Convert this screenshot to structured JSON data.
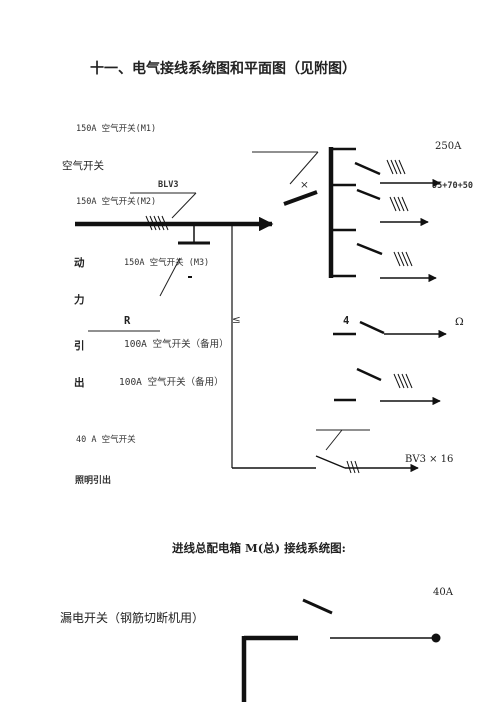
{
  "document": {
    "title": "十一、电气接线系统图和平面图（见附图）",
    "subtitle": "进线总配电箱 M(总) 接线系统图:"
  },
  "labels": {
    "breaker_m1": "150A 空气开关(M1)",
    "air_switch": "空气开关",
    "cable_blv": "BLV3",
    "breaker_m2": "150A 空气开关(M2)",
    "dong": "动",
    "breaker_m3": "150A 空气开关 (M3)",
    "li": "力",
    "r": "R",
    "le": "≤",
    "four": "4",
    "ohm": "Ω",
    "yin": "引",
    "spare1": "100A 空气开关（备用）",
    "chu": "出",
    "spare2": "100A 空气开关（备用）",
    "breaker_40a": "40 A 空气开关",
    "lighting_out": "照明引出",
    "bv_cable": "BV3 × 16",
    "rating_250a": "250A",
    "cable_95": "95+70+50",
    "times": "×",
    "rating_40a": "40A",
    "leakage_switch": "漏电开关（钢筋切断机用）"
  }
}
